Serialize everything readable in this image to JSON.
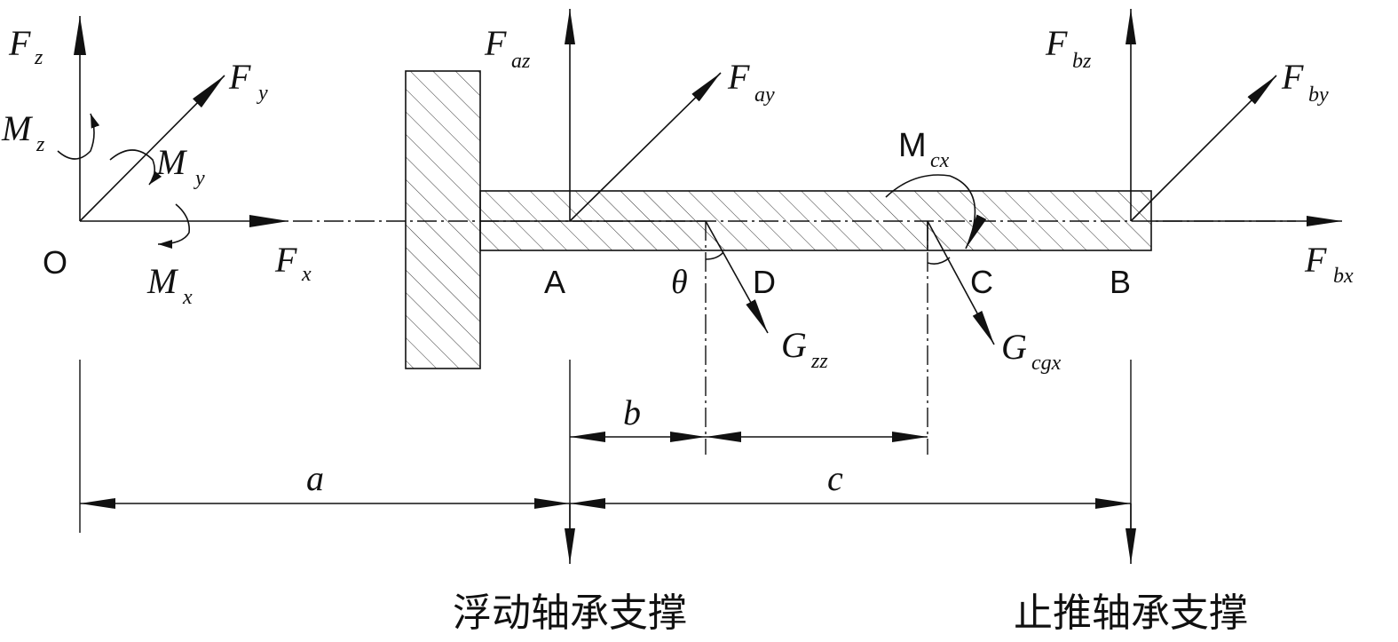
{
  "forces": {
    "Fz": {
      "main": "F",
      "sub": "z"
    },
    "Fy": {
      "main": "F",
      "sub": "y"
    },
    "Fx": {
      "main": "F",
      "sub": "x"
    },
    "Mz": {
      "main": "M",
      "sub": "z"
    },
    "My": {
      "main": "M",
      "sub": "y"
    },
    "Mx": {
      "main": "M",
      "sub": "x"
    },
    "Faz": {
      "main": "F",
      "sub": "az"
    },
    "Fay": {
      "main": "F",
      "sub": "ay"
    },
    "Fbz": {
      "main": "F",
      "sub": "bz"
    },
    "Fby": {
      "main": "F",
      "sub": "by"
    },
    "Fbx": {
      "main": "F",
      "sub": "bx"
    },
    "Mcx": {
      "main": "M",
      "sub": "cx"
    },
    "Gzz": {
      "main": "G",
      "sub": "zz"
    },
    "Gcgx": {
      "main": "G",
      "sub": "cgx"
    }
  },
  "points": {
    "O": "O",
    "A": "A",
    "D": "D",
    "C": "C",
    "B": "B"
  },
  "angle": "θ",
  "dimensions": {
    "a": "a",
    "b": "b",
    "c": "c"
  },
  "supports": {
    "floating": "浮动轴承支撑",
    "thrust": "止推轴承支撑"
  }
}
